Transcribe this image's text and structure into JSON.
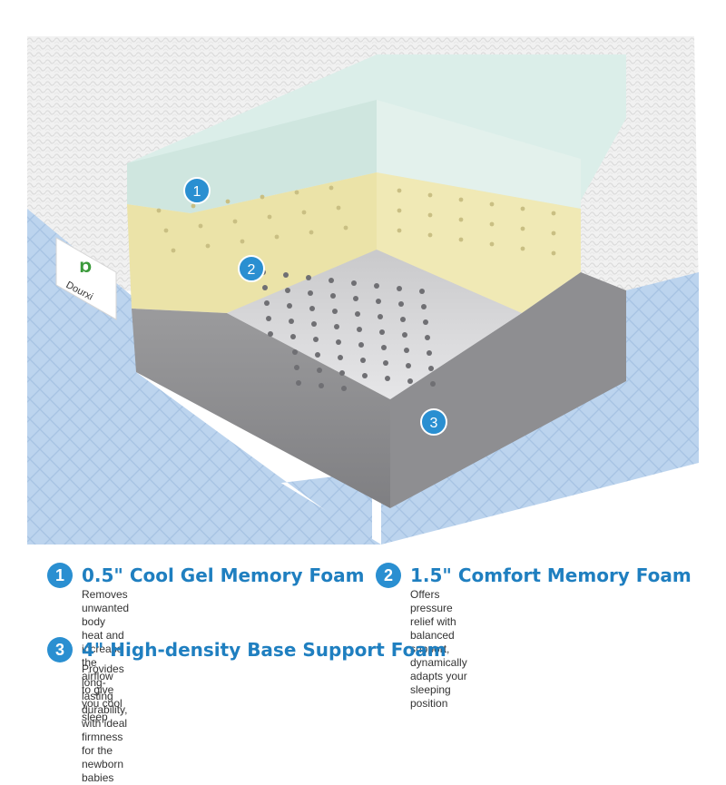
{
  "brand": {
    "name": "Dourxi"
  },
  "colors": {
    "accent": "#2a8fd1",
    "title_text": "#1f7fc0",
    "gel_layer": "#d9eee8",
    "comfort_layer": "#e9e1a9",
    "base_layer": "#8a8a8c",
    "quilted_top": "#efefef",
    "side_panel": "#b9d2ec"
  },
  "markers": [
    "1",
    "2",
    "3"
  ],
  "features": [
    {
      "number": "1",
      "title": "0.5\" Cool Gel Memory Foam",
      "description": "Removes unwanted body heat and increase the airflow\nto give you cool sleep"
    },
    {
      "number": "2",
      "title": "1.5\" Comfort Memory Foam",
      "description": "Offers pressure relief with balanced support,\ndynamically adapts your sleeping position"
    },
    {
      "number": "3",
      "title": "4\" High-density Base Support Foam",
      "description": "Provides long-lasting durability, with ideal firmness for the\nnewborn babies"
    }
  ]
}
